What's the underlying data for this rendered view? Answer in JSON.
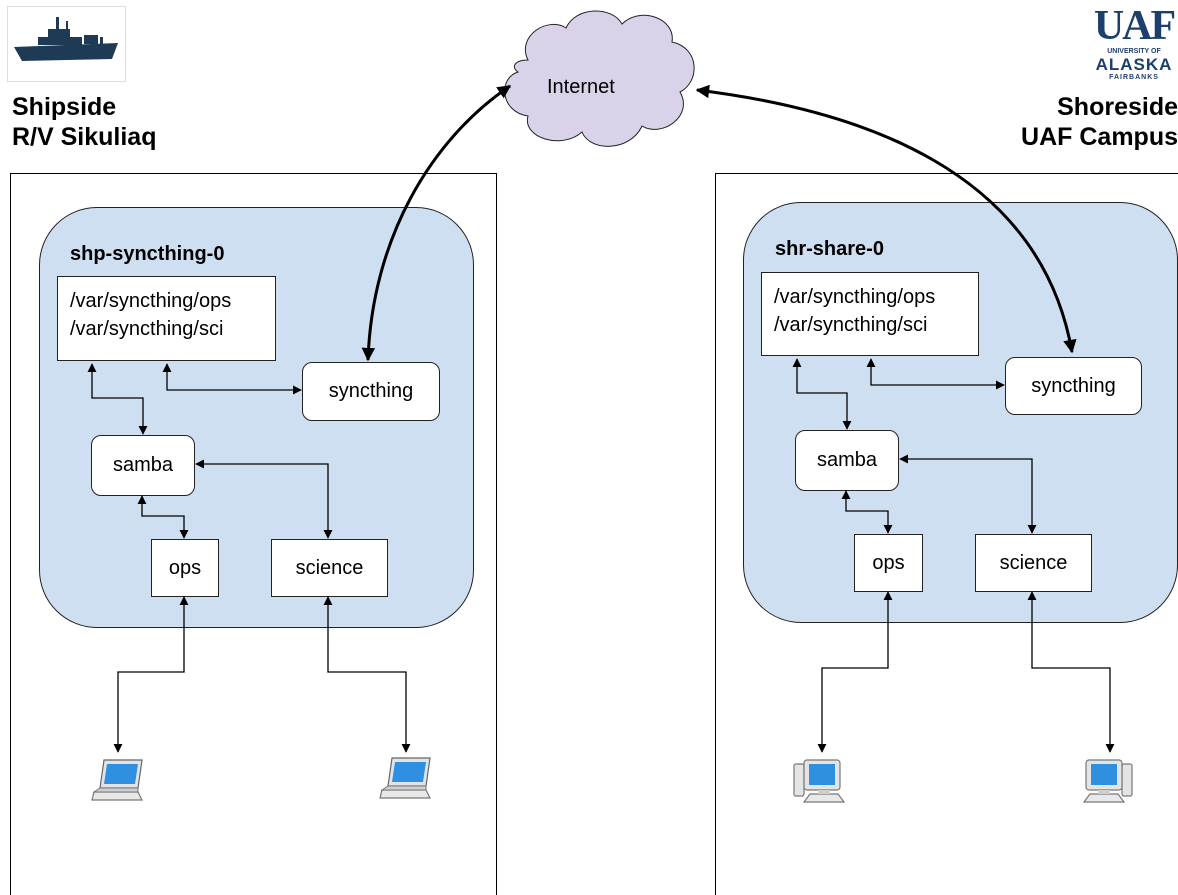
{
  "shipside": {
    "title_line1": "Shipside",
    "title_line2": "R/V Sikuliaq",
    "host": {
      "name": "shp-syncthing-0",
      "paths": [
        "/var/syncthing/ops",
        "/var/syncthing/sci"
      ],
      "syncthing": "syncthing",
      "samba": "samba",
      "ops": "ops",
      "science": "science"
    },
    "client_icons": [
      "laptop-icon",
      "laptop-icon"
    ]
  },
  "shoreside": {
    "title_line1": "Shoreside",
    "title_line2": "UAF Campus",
    "host": {
      "name": "shr-share-0",
      "paths": [
        "/var/syncthing/ops",
        "/var/syncthing/sci"
      ],
      "syncthing": "syncthing",
      "samba": "samba",
      "ops": "ops",
      "science": "science"
    },
    "client_icons": [
      "desktop-computer-icon",
      "desktop-computer-icon"
    ]
  },
  "internet": {
    "label": "Internet"
  },
  "logos": {
    "ship": "ship-logo-icon",
    "uaf": {
      "mark": "UAF",
      "line1": "UNIVERSITY OF",
      "line2": "ALASKA",
      "line3": "FAIRBANKS"
    }
  },
  "colors": {
    "host_fill": "#cfdff2",
    "cloud_fill": "#d9d2e9",
    "uaf_blue": "#1c3f6e",
    "ship_navy": "#1f3a54"
  }
}
